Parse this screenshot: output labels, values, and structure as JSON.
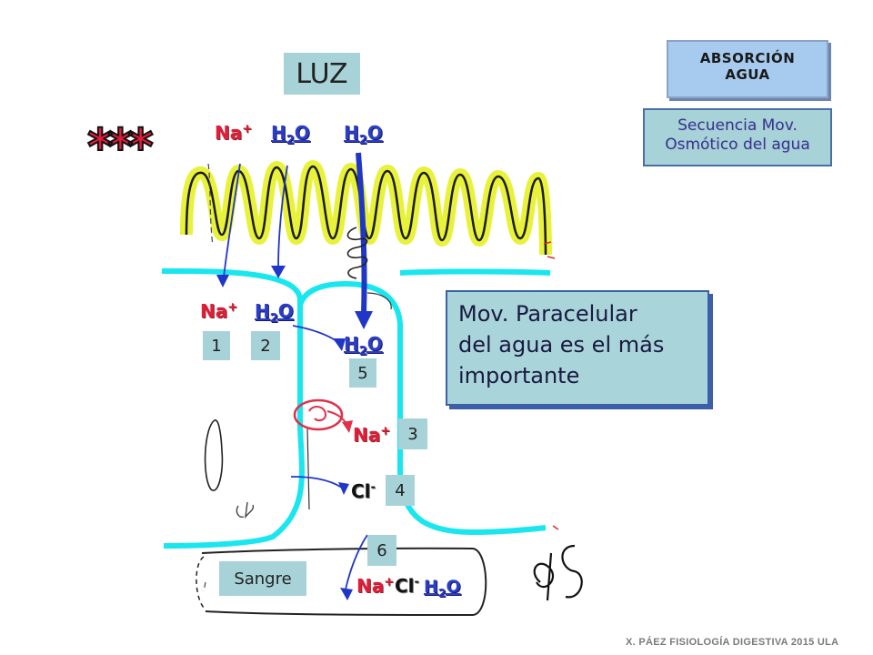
{
  "title_box": {
    "line1": "ABSORCIÓN",
    "line2": "AGUA"
  },
  "subtitle_box": {
    "line1": "Secuencia Mov.",
    "line2": "Osmótico del agua"
  },
  "callout": {
    "line1": "Mov. Paracelular",
    "line2": "del agua es el más",
    "line3": "importante"
  },
  "lumen_label": "LUZ",
  "stars": "***",
  "blood_label": "Sangre",
  "ions": {
    "na": "Na",
    "na_charge": "+",
    "h2o_a": "H",
    "h2o_sub": "2",
    "h2o_b": "O",
    "cl": "Cl",
    "cl_charge": "-"
  },
  "step_numbers": [
    "1",
    "2",
    "3",
    "4",
    "5",
    "6"
  ],
  "handwritten": {
    "bottom_right": "φs",
    "left_mark": "ψR"
  },
  "footer": "X. PÁEZ   FISIOLOGÍA DIGESTIVA 2015 ULA",
  "colors": {
    "cyan_membrane": "#19e6ee",
    "villi_yellow": "#e8f23a",
    "arrow_blue": "#2036c8",
    "pump_red": "#e0304a",
    "tag_fill": "#a7d3d8"
  }
}
